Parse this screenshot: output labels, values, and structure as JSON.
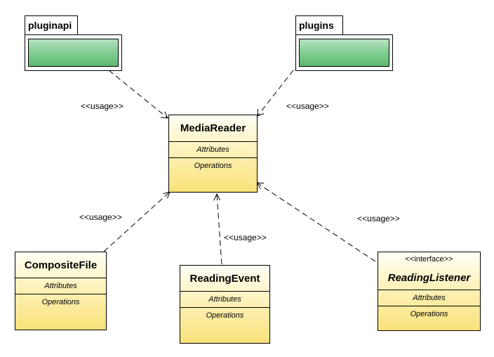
{
  "packages": {
    "pluginapi": {
      "name": "pluginapi"
    },
    "plugins": {
      "name": "plugins"
    }
  },
  "classes": {
    "media_reader": {
      "name": "MediaReader",
      "attributes": "Attributes",
      "operations": "Operations"
    },
    "composite_file": {
      "name": "CompositeFile",
      "attributes": "Attributes",
      "operations": "Operations"
    },
    "reading_event": {
      "name": "ReadingEvent",
      "attributes": "Attributes",
      "operations": "Operations"
    },
    "reading_listener": {
      "stereotype": "<<interface>>",
      "name": "ReadingListener",
      "attributes": "Attributes",
      "operations": "Operations"
    }
  },
  "dependencies": [
    {
      "from": "pluginapi",
      "to": "MediaReader",
      "label": "<<usage>>"
    },
    {
      "from": "plugins",
      "to": "MediaReader",
      "label": "<<usage>>"
    },
    {
      "from": "CompositeFile",
      "to": "MediaReader",
      "label": "<<usage>>"
    },
    {
      "from": "ReadingEvent",
      "to": "MediaReader",
      "label": "<<usage>>"
    },
    {
      "from": "ReadingListener",
      "to": "MediaReader",
      "label": "<<usage>>"
    }
  ],
  "colors": {
    "package_fill_top": "#b6e2c1",
    "package_fill_bottom": "#5cb86f",
    "class_fill_top": "#fffff6",
    "class_fill_bottom": "#f9e27a",
    "line": "#000000"
  }
}
